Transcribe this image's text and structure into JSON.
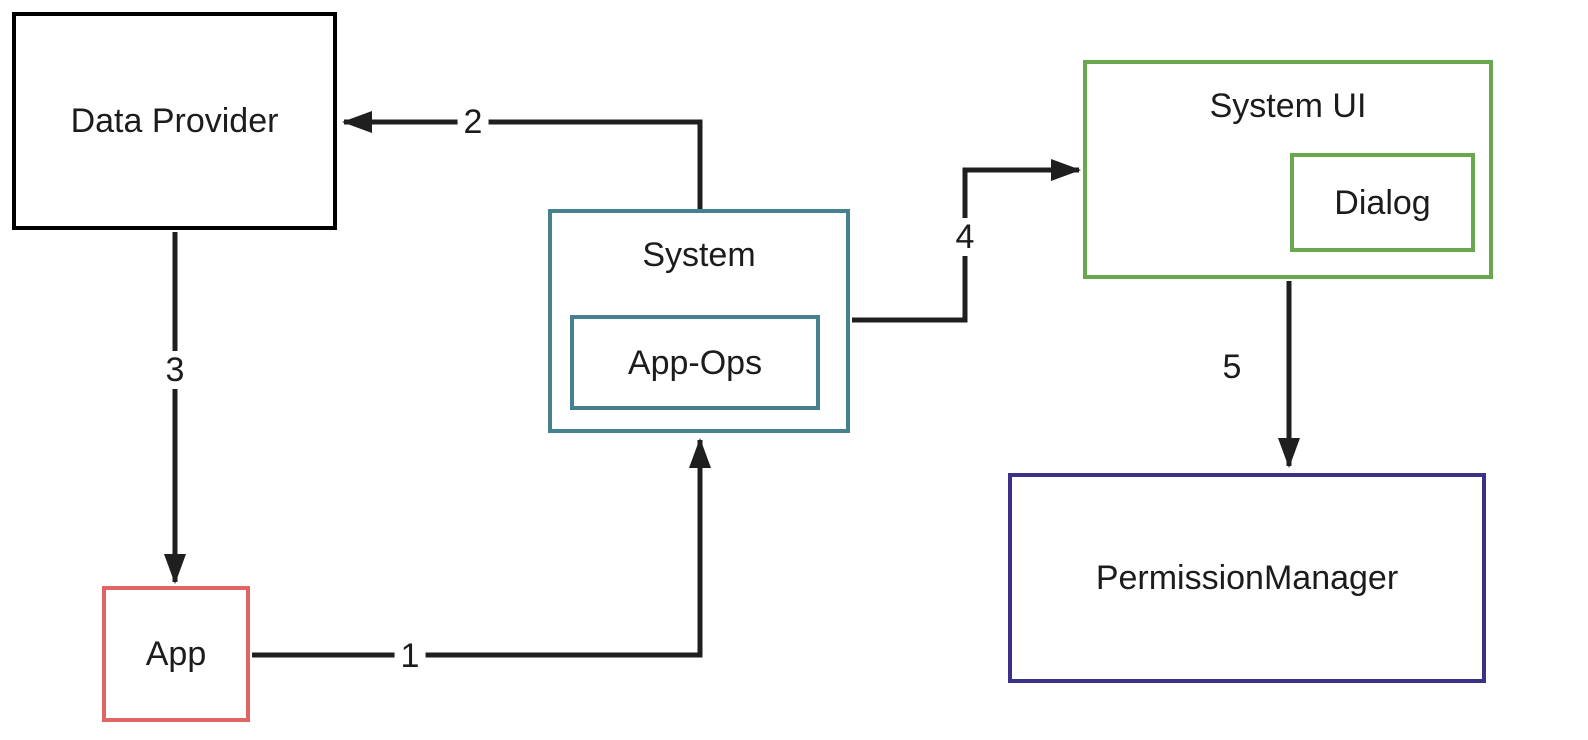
{
  "diagram": {
    "background": "#ffffff",
    "arrow_color": "#1f1f1f",
    "text_color": "#1c1c1c",
    "nodes": {
      "data_provider": {
        "label": "Data Provider",
        "border_color": "#000000"
      },
      "app": {
        "label": "App",
        "border_color": "#e06666"
      },
      "system": {
        "label": "System",
        "border_color": "#45818e"
      },
      "app_ops": {
        "label": "App-Ops",
        "border_color": "#45818e"
      },
      "system_ui": {
        "label": "System UI",
        "border_color": "#6aa84f"
      },
      "dialog": {
        "label": "Dialog",
        "border_color": "#6aa84f"
      },
      "permission_manager": {
        "label": "PermissionManager",
        "border_color": "#3b3189"
      }
    },
    "edges": [
      {
        "label": "1",
        "from": "app",
        "to": "system"
      },
      {
        "label": "2",
        "from": "system",
        "to": "data_provider"
      },
      {
        "label": "3",
        "from": "data_provider",
        "to": "app"
      },
      {
        "label": "4",
        "from": "system",
        "to": "system_ui"
      },
      {
        "label": "5",
        "from": "system_ui",
        "to": "permission_manager"
      }
    ]
  }
}
